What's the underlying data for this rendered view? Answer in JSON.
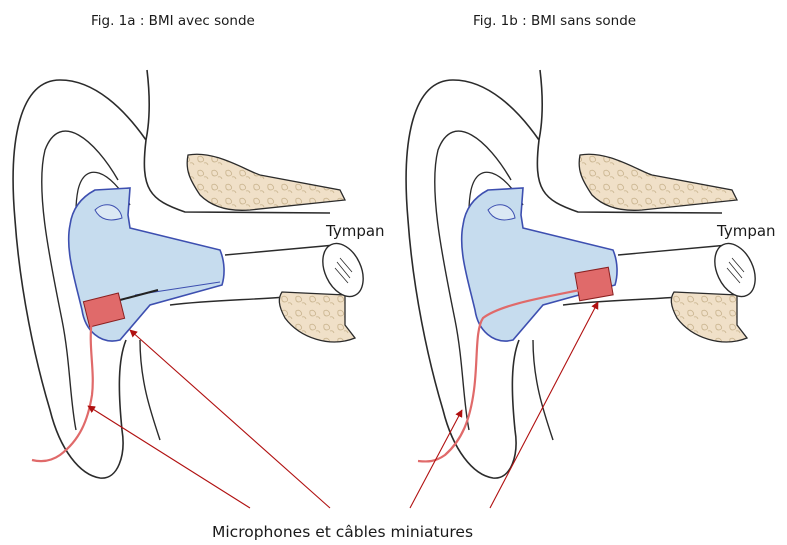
{
  "figures": [
    {
      "title": "Fig. 1a : BMI avec sonde",
      "eardrum_label": "Tympan"
    },
    {
      "title": "Fig. 1b : BMI sans sonde",
      "eardrum_label": "Tympan"
    }
  ],
  "caption": "Microphones et câbles miniatures",
  "colors": {
    "outline": "#2b2b2b",
    "earmold_fill": "#c6dcee",
    "earmold_stroke": "#3d4fb0",
    "bone_fill": "#f0e0c8",
    "component_red": "#e06a6a",
    "arrow": "#b01010"
  },
  "icons": [
    "ear-outline",
    "earmold",
    "microphone",
    "cable",
    "eardrum",
    "bone",
    "arrow"
  ]
}
